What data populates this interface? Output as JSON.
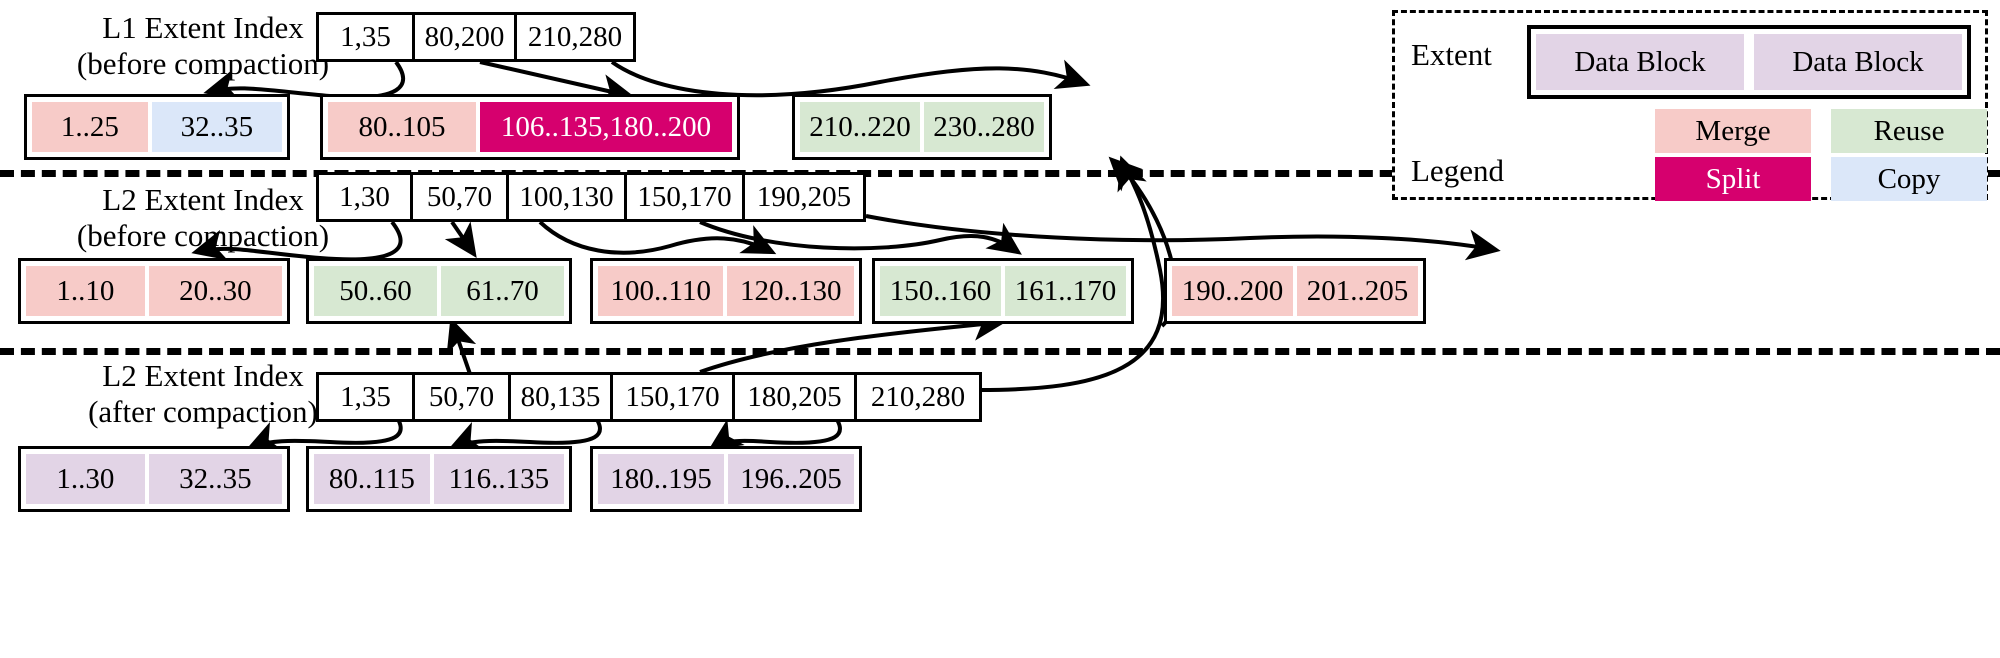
{
  "figure": {
    "title": "LSM extent index compaction diagram",
    "colors": {
      "merge": "#f7cbc8",
      "reuse": "#d7e8d2",
      "copy": "#dbe7f9",
      "split": "#d6006e",
      "data_block": "#e2d4e6",
      "line": "#000000",
      "background": "#ffffff"
    }
  },
  "sections": [
    {
      "id": "l1-before",
      "caption_line1": "L1 Extent Index",
      "caption_line2": "(before compaction)",
      "index_node": {
        "keys": [
          "1,35",
          "80,200",
          "210,280"
        ]
      },
      "extents": [
        {
          "blocks": [
            {
              "label": "1..25",
              "kind": "merge"
            },
            {
              "label": "32..35",
              "kind": "copy"
            }
          ]
        },
        {
          "blocks": [
            {
              "label": "80..105",
              "kind": "merge"
            },
            {
              "label": "106..135,180..200",
              "kind": "split"
            }
          ]
        },
        {
          "blocks": [
            {
              "label": "210..220",
              "kind": "reuse"
            },
            {
              "label": "230..280",
              "kind": "reuse"
            }
          ]
        }
      ]
    },
    {
      "id": "l2-before",
      "caption_line1": "L2 Extent Index",
      "caption_line2": "(before compaction)",
      "index_node": {
        "keys": [
          "1,30",
          "50,70",
          "100,130",
          "150,170",
          "190,205"
        ]
      },
      "extents": [
        {
          "blocks": [
            {
              "label": "1..10",
              "kind": "merge"
            },
            {
              "label": "20..30",
              "kind": "merge"
            }
          ]
        },
        {
          "blocks": [
            {
              "label": "50..60",
              "kind": "reuse"
            },
            {
              "label": "61..70",
              "kind": "reuse"
            }
          ]
        },
        {
          "blocks": [
            {
              "label": "100..110",
              "kind": "merge"
            },
            {
              "label": "120..130",
              "kind": "merge"
            }
          ]
        },
        {
          "blocks": [
            {
              "label": "150..160",
              "kind": "reuse"
            },
            {
              "label": "161..170",
              "kind": "reuse"
            }
          ]
        },
        {
          "blocks": [
            {
              "label": "190..200",
              "kind": "merge"
            },
            {
              "label": "201..205",
              "kind": "merge"
            }
          ]
        }
      ]
    },
    {
      "id": "l2-after",
      "caption_line1": "L2 Extent Index",
      "caption_line2": "(after compaction)",
      "index_node": {
        "keys": [
          "1,35",
          "50,70",
          "80,135",
          "150,170",
          "180,205",
          "210,280"
        ]
      },
      "extents": [
        {
          "blocks": [
            {
              "label": "1..30",
              "kind": "data_block"
            },
            {
              "label": "32..35",
              "kind": "data_block"
            }
          ]
        },
        {
          "blocks": [
            {
              "label": "80..115",
              "kind": "data_block"
            },
            {
              "label": "116..135",
              "kind": "data_block"
            }
          ]
        },
        {
          "blocks": [
            {
              "label": "180..195",
              "kind": "data_block"
            },
            {
              "label": "196..205",
              "kind": "data_block"
            }
          ]
        }
      ]
    }
  ],
  "legend": {
    "extent_label": "Extent",
    "legend_label": "Legend",
    "extent_blocks": [
      "Data Block",
      "Data Block"
    ],
    "swatches": [
      {
        "label": "Merge",
        "kind": "merge"
      },
      {
        "label": "Reuse",
        "kind": "reuse"
      },
      {
        "label": "Split",
        "kind": "split"
      },
      {
        "label": "Copy",
        "kind": "copy"
      }
    ]
  }
}
